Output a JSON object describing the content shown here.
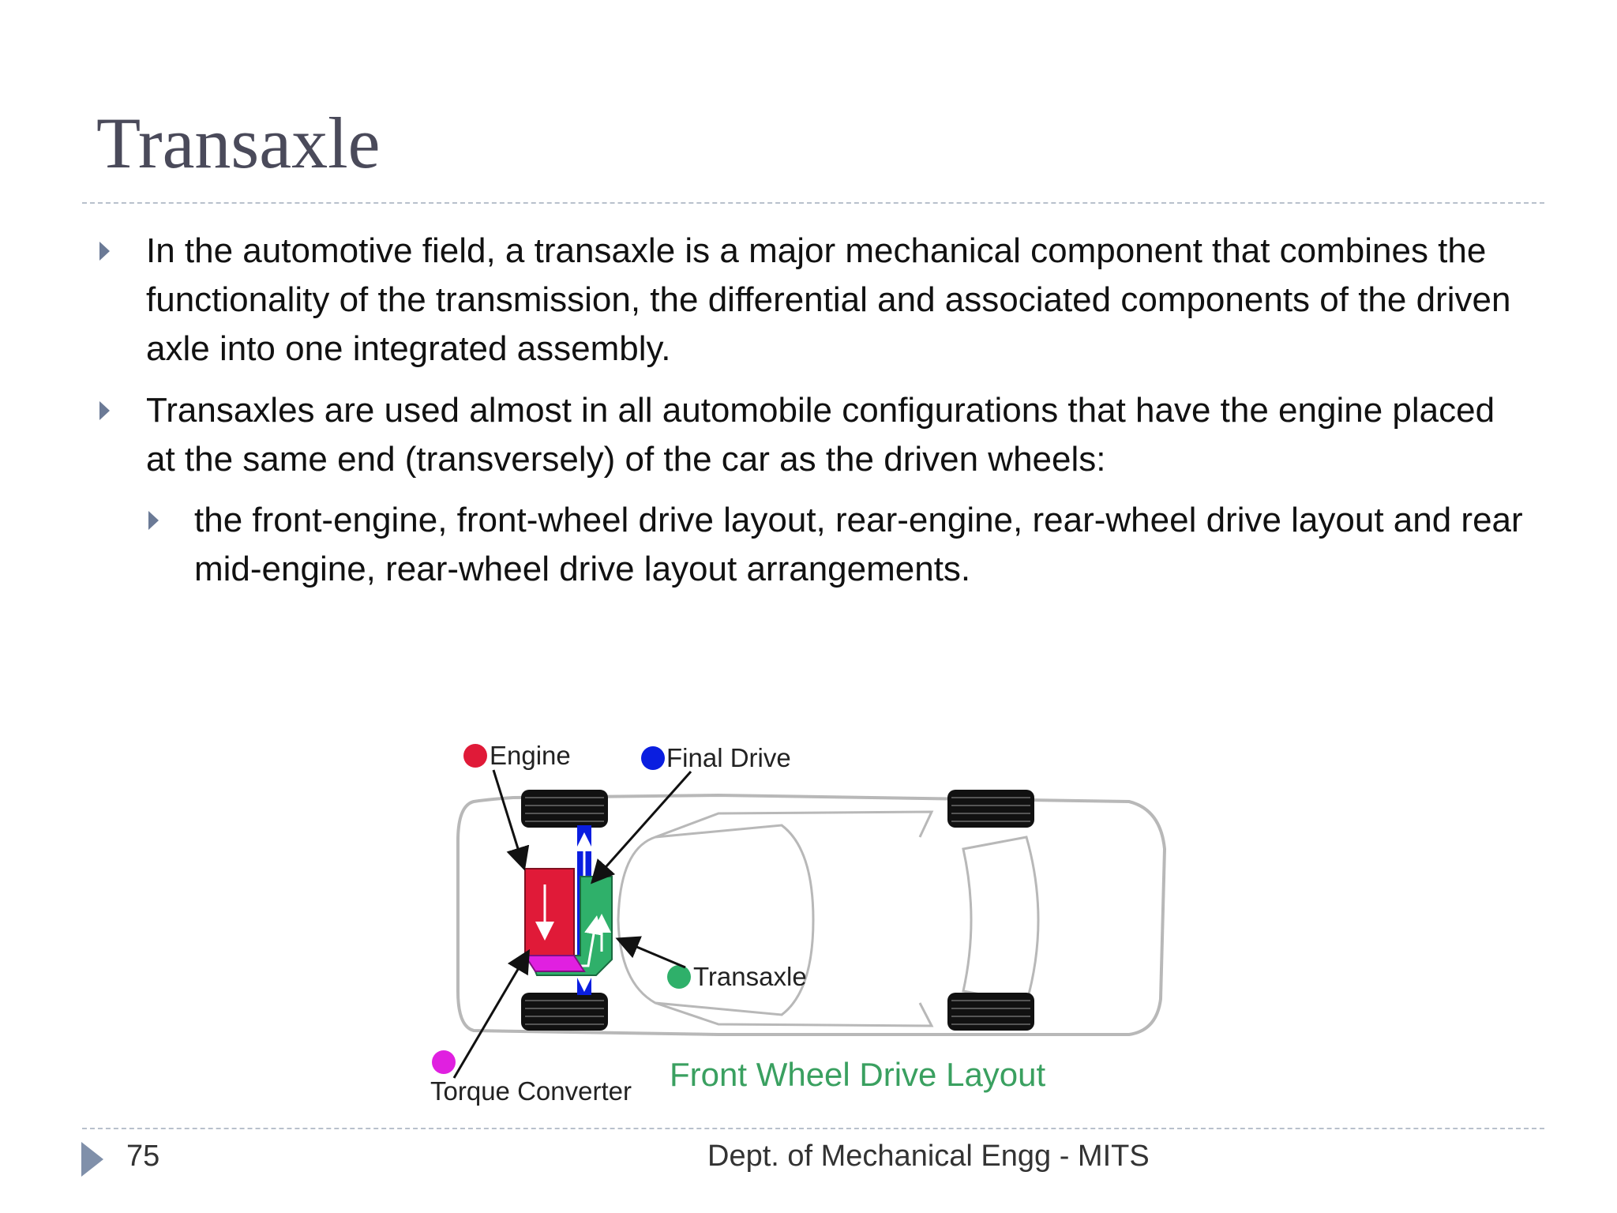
{
  "slide": {
    "title": "Transaxle",
    "bullets": [
      "In the automotive field, a transaxle is a major mechanical component that combines the functionality of the transmission, the differential and associated components of the driven axle into one integrated assembly.",
      "Transaxles are used almost in all automobile configurations that have the engine placed at the same end (transversely) of the car as the driven wheels:"
    ],
    "sub_bullets": [
      "the front-engine, front-wheel drive layout, rear-engine, rear-wheel drive layout and rear mid-engine, rear-wheel drive layout arrangements."
    ]
  },
  "diagram": {
    "labels": {
      "engine": "Engine",
      "final_drive": "Final Drive",
      "transaxle": "Transaxle",
      "torque_converter": "Torque Converter"
    },
    "caption": "Front Wheel Drive Layout",
    "colors": {
      "engine": "#e01a38",
      "final_drive": "#0a1ee0",
      "transaxle": "#2fb06a",
      "torque_converter": "#e020e0",
      "caption": "#3aa060"
    }
  },
  "footer": {
    "page_number": "75",
    "text": "Dept. of Mechanical Engg - MITS"
  }
}
